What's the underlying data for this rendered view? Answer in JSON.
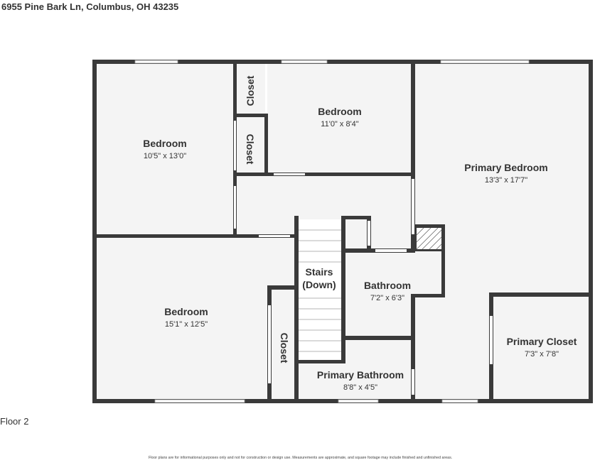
{
  "header": {
    "address": "6955 Pine Bark Ln, Columbus, OH 43235"
  },
  "footer": {
    "floor_label": "Floor 2",
    "disclaimer": "Floor plans are for informational purposes only and not for construction or design use. Measurements are approximate, and square footage may include finished and unfinished areas."
  },
  "rooms": {
    "bedroom_nw": {
      "name": "Bedroom",
      "dims": "10'5\" x 13'0\""
    },
    "bedroom_n": {
      "name": "Bedroom",
      "dims": "11'0\" x 8'4\""
    },
    "primary_bedroom": {
      "name": "Primary Bedroom",
      "dims": "13'3\" x 17'7\""
    },
    "bedroom_sw": {
      "name": "Bedroom",
      "dims": "15'1\" x 12'5\""
    },
    "bathroom": {
      "name": "Bathroom",
      "dims": "7'2\" x 6'3\""
    },
    "primary_bathroom": {
      "name": "Primary Bathroom",
      "dims": "8'8\" x 4'5\""
    },
    "primary_closet": {
      "name": "Primary Closet",
      "dims": "7'3\" x 7'8\""
    },
    "closet_a": {
      "name": "Closet"
    },
    "closet_b": {
      "name": "Closet"
    },
    "closet_c": {
      "name": "Closet"
    },
    "stairs": {
      "line1": "Stairs",
      "line2": "(Down)"
    }
  }
}
